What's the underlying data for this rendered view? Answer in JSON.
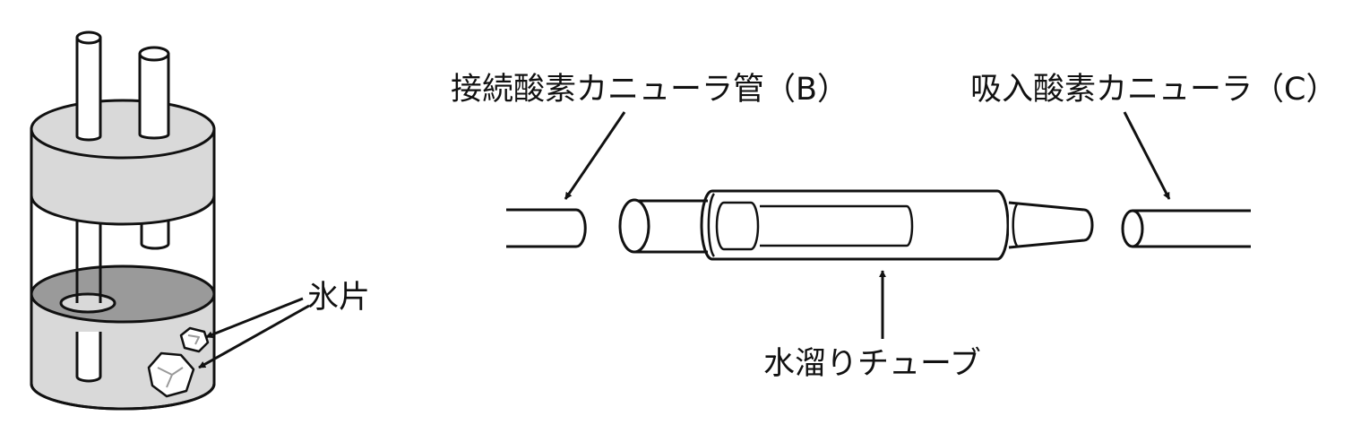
{
  "labels": {
    "connecting_cannula": "接続酸素カニューラ管（B）",
    "inhaled_cannula": "吸入酸素カニューラ（C）",
    "ice_pieces": "氷片",
    "water_trap_tube": "水溜りチューブ"
  },
  "colors": {
    "line": "#111111",
    "light_gray": "#d9d9d9",
    "dark_gray": "#9a9a9a",
    "background": "#ffffff"
  }
}
